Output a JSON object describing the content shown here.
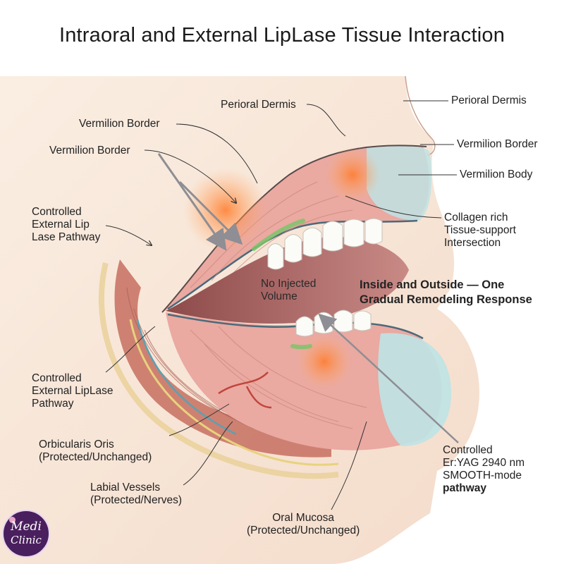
{
  "title": "Intraoral and External LipLase Tissue Interaction",
  "labels": {
    "perioral_dermis_top": "Perioral Dermis",
    "perioral_dermis_right": "Perioral Dermis",
    "vermilion_border_a": "Vermilion Border",
    "vermilion_border_b": "Vermilion Border",
    "vermilion_border_right": "Vermilion Border",
    "vermilion_body": "Vermilion Body",
    "controlled_external_top": [
      "Controlled",
      "External Lip",
      "Lase Pathway"
    ],
    "collagen": [
      "Collagen rich",
      "Tissue-support",
      "Intersection"
    ],
    "no_injected": [
      "No Injected",
      "Volume"
    ],
    "headline": [
      "Inside and Outside — One",
      "Gradual Remodeling Response"
    ],
    "controlled_external_bottom": [
      "Controlled",
      "External LipLase",
      "Pathway"
    ],
    "orbicularis": [
      "Orbicularis Oris",
      "(Protected/Unchanged)"
    ],
    "labial_vessels": [
      "Labial Vessels",
      "(Protected/Nerves)"
    ],
    "oral_mucosa": [
      "Oral Mucosa",
      "(Protected/Unchanged)"
    ],
    "eryag": [
      "Controlled",
      "Er:YAG 2940 nm",
      "SMOOTH-mode"
    ],
    "eryag_bold": "pathway"
  },
  "logo": {
    "line1": "Medi",
    "line2": "Clinic"
  },
  "colors": {
    "skin": "#f6e3d3",
    "lip": "#e8a7a0",
    "muscle": "#c97566",
    "mucosa_blue": "#bfe3e4",
    "laser_glow": "#ff8a3d",
    "arrow_gray": "#8e8e94",
    "green_flow": "#7cc46b"
  }
}
